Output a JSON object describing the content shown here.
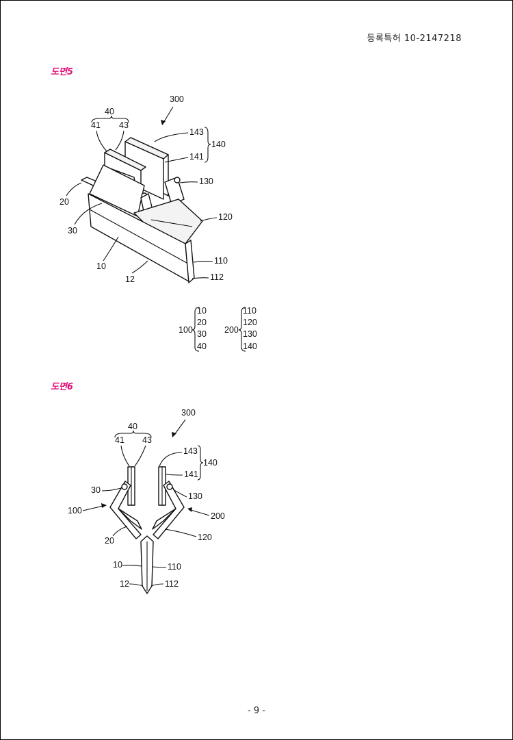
{
  "header": {
    "doc_number": "등록특허 10-2147218"
  },
  "fig5": {
    "title": "도면5",
    "labels": {
      "l300": "300",
      "l40": "40",
      "l41": "41",
      "l43": "43",
      "l143": "143",
      "l140": "140",
      "l141": "141",
      "l130": "130",
      "l20": "20",
      "l30": "30",
      "l120": "120",
      "l10": "10",
      "l110": "110",
      "l12": "12",
      "l112": "112"
    },
    "legend": {
      "g100": "100",
      "g100_items": [
        "10",
        "20",
        "30",
        "40"
      ],
      "g200": "200",
      "g200_items": [
        "110",
        "120",
        "130",
        "140"
      ]
    }
  },
  "fig6": {
    "title": "도면6",
    "labels": {
      "l300": "300",
      "l40": "40",
      "l41": "41",
      "l43": "43",
      "l143": "143",
      "l140": "140",
      "l141": "141",
      "l30": "30",
      "l130": "130",
      "l100": "100",
      "l200": "200",
      "l20": "20",
      "l120": "120",
      "l10": "10",
      "l110": "110",
      "l12": "12",
      "l112": "112"
    }
  },
  "footer": {
    "page_number": "- 9 -"
  }
}
